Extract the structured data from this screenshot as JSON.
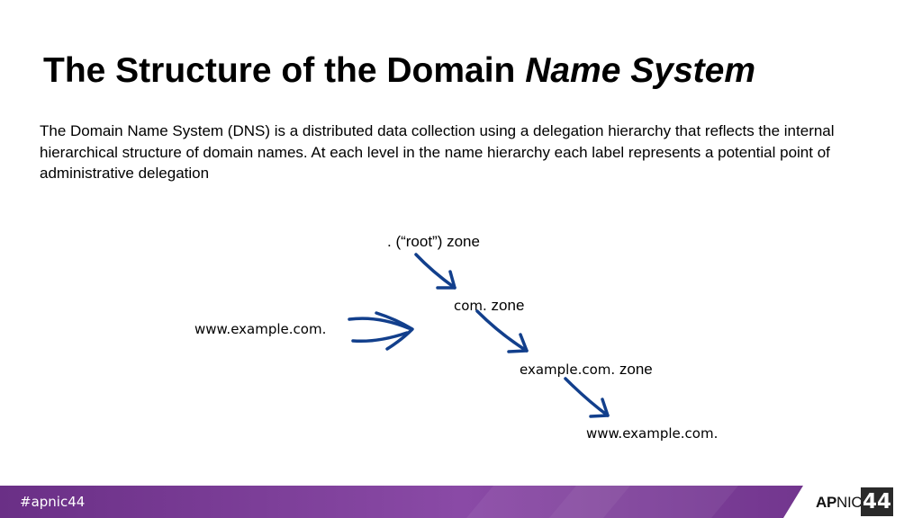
{
  "slide": {
    "title_regular": "The Structure of the Domain ",
    "title_italic": "Name System",
    "intro": "The Domain Name System (DNS) is a distributed data collection using a delegation hierarchy that reflects the internal hierarchical structure of domain names. At each level in the name hierarchy each label represents a potential point of administrative delegation"
  },
  "diagram": {
    "root_label": ". (“root”) zone",
    "com_name": "com.",
    "com_zone": " zone",
    "example_name": "example.com.",
    "example_zone": " zone",
    "www_final": "www.example.com.",
    "query_name": "www.example.com."
  },
  "footer": {
    "hashtag": "#apnic44",
    "logo_ap": "AP",
    "logo_nic": "NIC",
    "badge": "44"
  },
  "colors": {
    "ink_arrow": "#123f8c",
    "footer_purple": "#7a3d98"
  }
}
